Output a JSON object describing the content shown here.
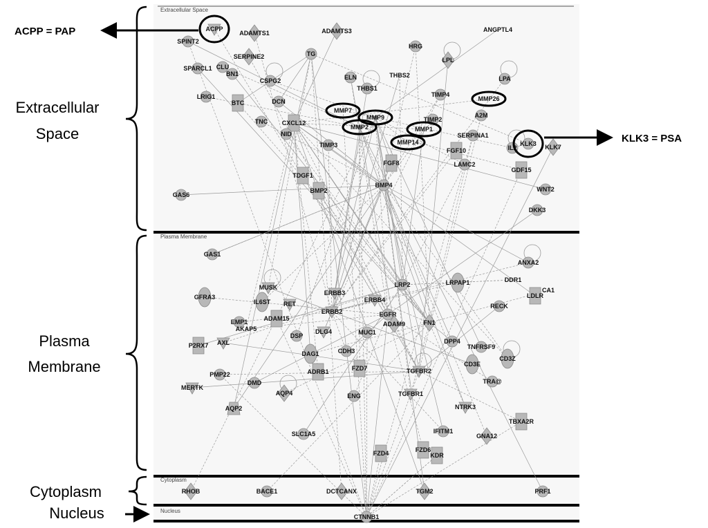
{
  "compartments": [
    {
      "id": "extracellular",
      "label": "Extracellular Space"
    },
    {
      "id": "plasma",
      "label": "Plasma Membrane"
    },
    {
      "id": "cytoplasm",
      "label": "Cytoplasm"
    },
    {
      "id": "nucleus",
      "label": "Nucleus"
    }
  ],
  "side_labels": {
    "extracellular": [
      "Extracellular",
      "Space"
    ],
    "plasma": [
      "Plasma",
      "Membrane"
    ],
    "cytoplasm": "Cytoplasm",
    "nucleus": "Nucleus"
  },
  "annotations": {
    "left": "ACPP = PAP",
    "right": "KLK3 = PSA"
  },
  "highlighted": [
    "ACPP",
    "MMP7",
    "MMP9",
    "MMP2",
    "MMP1",
    "MMP14",
    "MMP26",
    "KLK3"
  ],
  "nodes": [
    "ACPP",
    "ADAMTS1",
    "ADAMTS3",
    "ANGPTL4",
    "SPINT2",
    "SERPINE2",
    "TG",
    "HRG",
    "LPL",
    "SPARCL1",
    "CLU",
    "BN1",
    "CSPG2",
    "ELN",
    "THBS2",
    "LPA",
    "THBS1",
    "TIMP4",
    "MMP26",
    "LRIG1",
    "BTC",
    "DCN",
    "MMP7",
    "MMP9",
    "TIMP2",
    "A2M",
    "TNC",
    "CXCL12",
    "MMP2",
    "MMP1",
    "SERPINA1",
    "NID",
    "MMP14",
    "IL2",
    "KLK3",
    "KLK7",
    "TIMP3",
    "FGF10",
    "FGF8",
    "LAMC2",
    "GDF15",
    "TDGF1",
    "BMP2",
    "BMP4",
    "WNT2",
    "GAS6",
    "DKK3",
    "GAS1",
    "ANXA2",
    "MUSK",
    "LRP2",
    "LRPAP1",
    "DDR1",
    "GFRA3",
    "IL6ST",
    "RET",
    "ERBB3",
    "ERBB4",
    "LDLR",
    "CA1",
    "ERBB2",
    "EGFR",
    "RECK",
    "EMP1",
    "ADAM15",
    "AKAP5",
    "ADAM9",
    "FN1",
    "DLG4",
    "MUC1",
    "P2RX7",
    "DSP",
    "AXL",
    "DPP4",
    "TNFRSF9",
    "DAG1",
    "CDH3",
    "CD3E",
    "CD3Z",
    "ADRB1",
    "FZD7",
    "TGFBR2",
    "PMP22",
    "TRA@",
    "DMD",
    "MERTK",
    "AQP4",
    "ENG",
    "TGFBR1",
    "NTRK3",
    "AQP2",
    "TBXA2R",
    "IFITM1",
    "SLC1A5",
    "GNA12",
    "FZD4",
    "FZD6",
    "KDR",
    "RHOB",
    "BACE1",
    "DCTCANX",
    "TGM2",
    "PRF1",
    "CTNNB1"
  ]
}
